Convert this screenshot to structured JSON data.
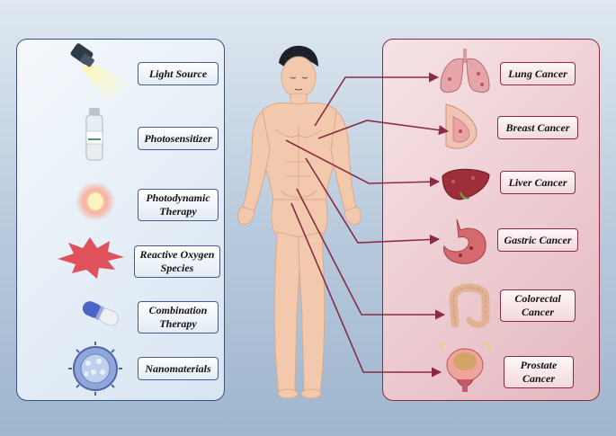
{
  "treatments": [
    {
      "label": "Light Source",
      "icon": "flashlight-icon"
    },
    {
      "label": "Photosensitizer",
      "icon": "vial-icon"
    },
    {
      "label": "Photodynamic Therapy",
      "icon": "glowing-cell-icon"
    },
    {
      "label": "Reactive Oxygen Species",
      "icon": "starburst-icon"
    },
    {
      "label": "Combination Therapy",
      "icon": "capsule-icon"
    },
    {
      "label": "Nanomaterials",
      "icon": "nanoparticle-icon"
    }
  ],
  "cancers": [
    {
      "label": "Lung Cancer",
      "icon": "lungs-icon"
    },
    {
      "label": "Breast Cancer",
      "icon": "breast-icon"
    },
    {
      "label": "Liver Cancer",
      "icon": "liver-icon"
    },
    {
      "label": "Gastric Cancer",
      "icon": "stomach-icon"
    },
    {
      "label": "Colorectal Cancer",
      "icon": "colon-icon"
    },
    {
      "label": "Prostate Cancer",
      "icon": "prostate-icon"
    }
  ],
  "colors": {
    "left_border": "#3c4f86",
    "right_border": "#8e2a3e",
    "arrow": "#8a2b45",
    "skin": "#f3c9ae"
  }
}
